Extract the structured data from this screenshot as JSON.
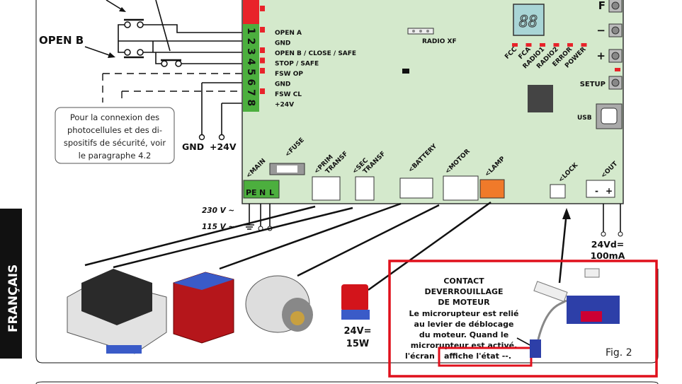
{
  "side_tab": {
    "label": "FRANÇAIS"
  },
  "switches": {
    "open_b_label": "OPEN B"
  },
  "note_box": {
    "lines": [
      "Pour la connexion des",
      "photocellules et des di-",
      "spositifs de sécurité, voir",
      "le paragraphe 4.2"
    ]
  },
  "gnd_24v": {
    "gnd": "GND",
    "v24": "+24V"
  },
  "terminal": {
    "numbers": [
      "1",
      "2",
      "3",
      "4",
      "5",
      "6",
      "7",
      "8"
    ],
    "labels": [
      "OPEN A",
      "GND",
      "OPEN B / CLOSE / SAFE",
      "STOP / SAFE",
      "FSW OP",
      "GND",
      "FSW CL",
      "+24V"
    ]
  },
  "board": {
    "radio_xf": "RADIO XF",
    "display": "88",
    "leds": [
      "FCC",
      "FCA",
      "RADIO1",
      "RADIO2",
      "ERROR",
      "POWER"
    ],
    "buttons": [
      "F",
      "−",
      "+",
      "SETUP"
    ],
    "usb": "USB",
    "connectors": {
      "main": "<MAIN",
      "fuse": "<FUSE",
      "prim": [
        "<PRIM",
        "TRANSF"
      ],
      "sec": [
        "<SEC",
        "TRANSF"
      ],
      "battery": "<BATTERY",
      "motor": "<MOTOR",
      "lamp": "<LAMP",
      "lock": "<LOCK",
      "out": "<OUT"
    },
    "main_pins": [
      "PE",
      "N",
      "L"
    ],
    "out_pins": [
      "-",
      "+"
    ]
  },
  "supply": {
    "v230": "230 V ~",
    "v115": "115 V ~"
  },
  "out_rating": [
    "24Vd=",
    "100mA"
  ],
  "lamp_rating": [
    "24V=",
    "15W"
  ],
  "callout": {
    "title": [
      "CONTACT",
      "DEVERROUILLAGE",
      "DE MOTEUR"
    ],
    "body": [
      "Le microrupteur est relié",
      "au levier de déblocage",
      "du moteur. Quand le",
      "microrupteur est activé,"
    ],
    "last_prefix": "l'écran",
    "highlight": "affiche l'état --.",
    "fig": "Fig. 2"
  },
  "colors": {
    "board": "#d4e9cc",
    "terminal": "#4caf3e",
    "red": "#e8232a",
    "lamp": "#f07a2a",
    "highlight_box": "#e0101c"
  }
}
